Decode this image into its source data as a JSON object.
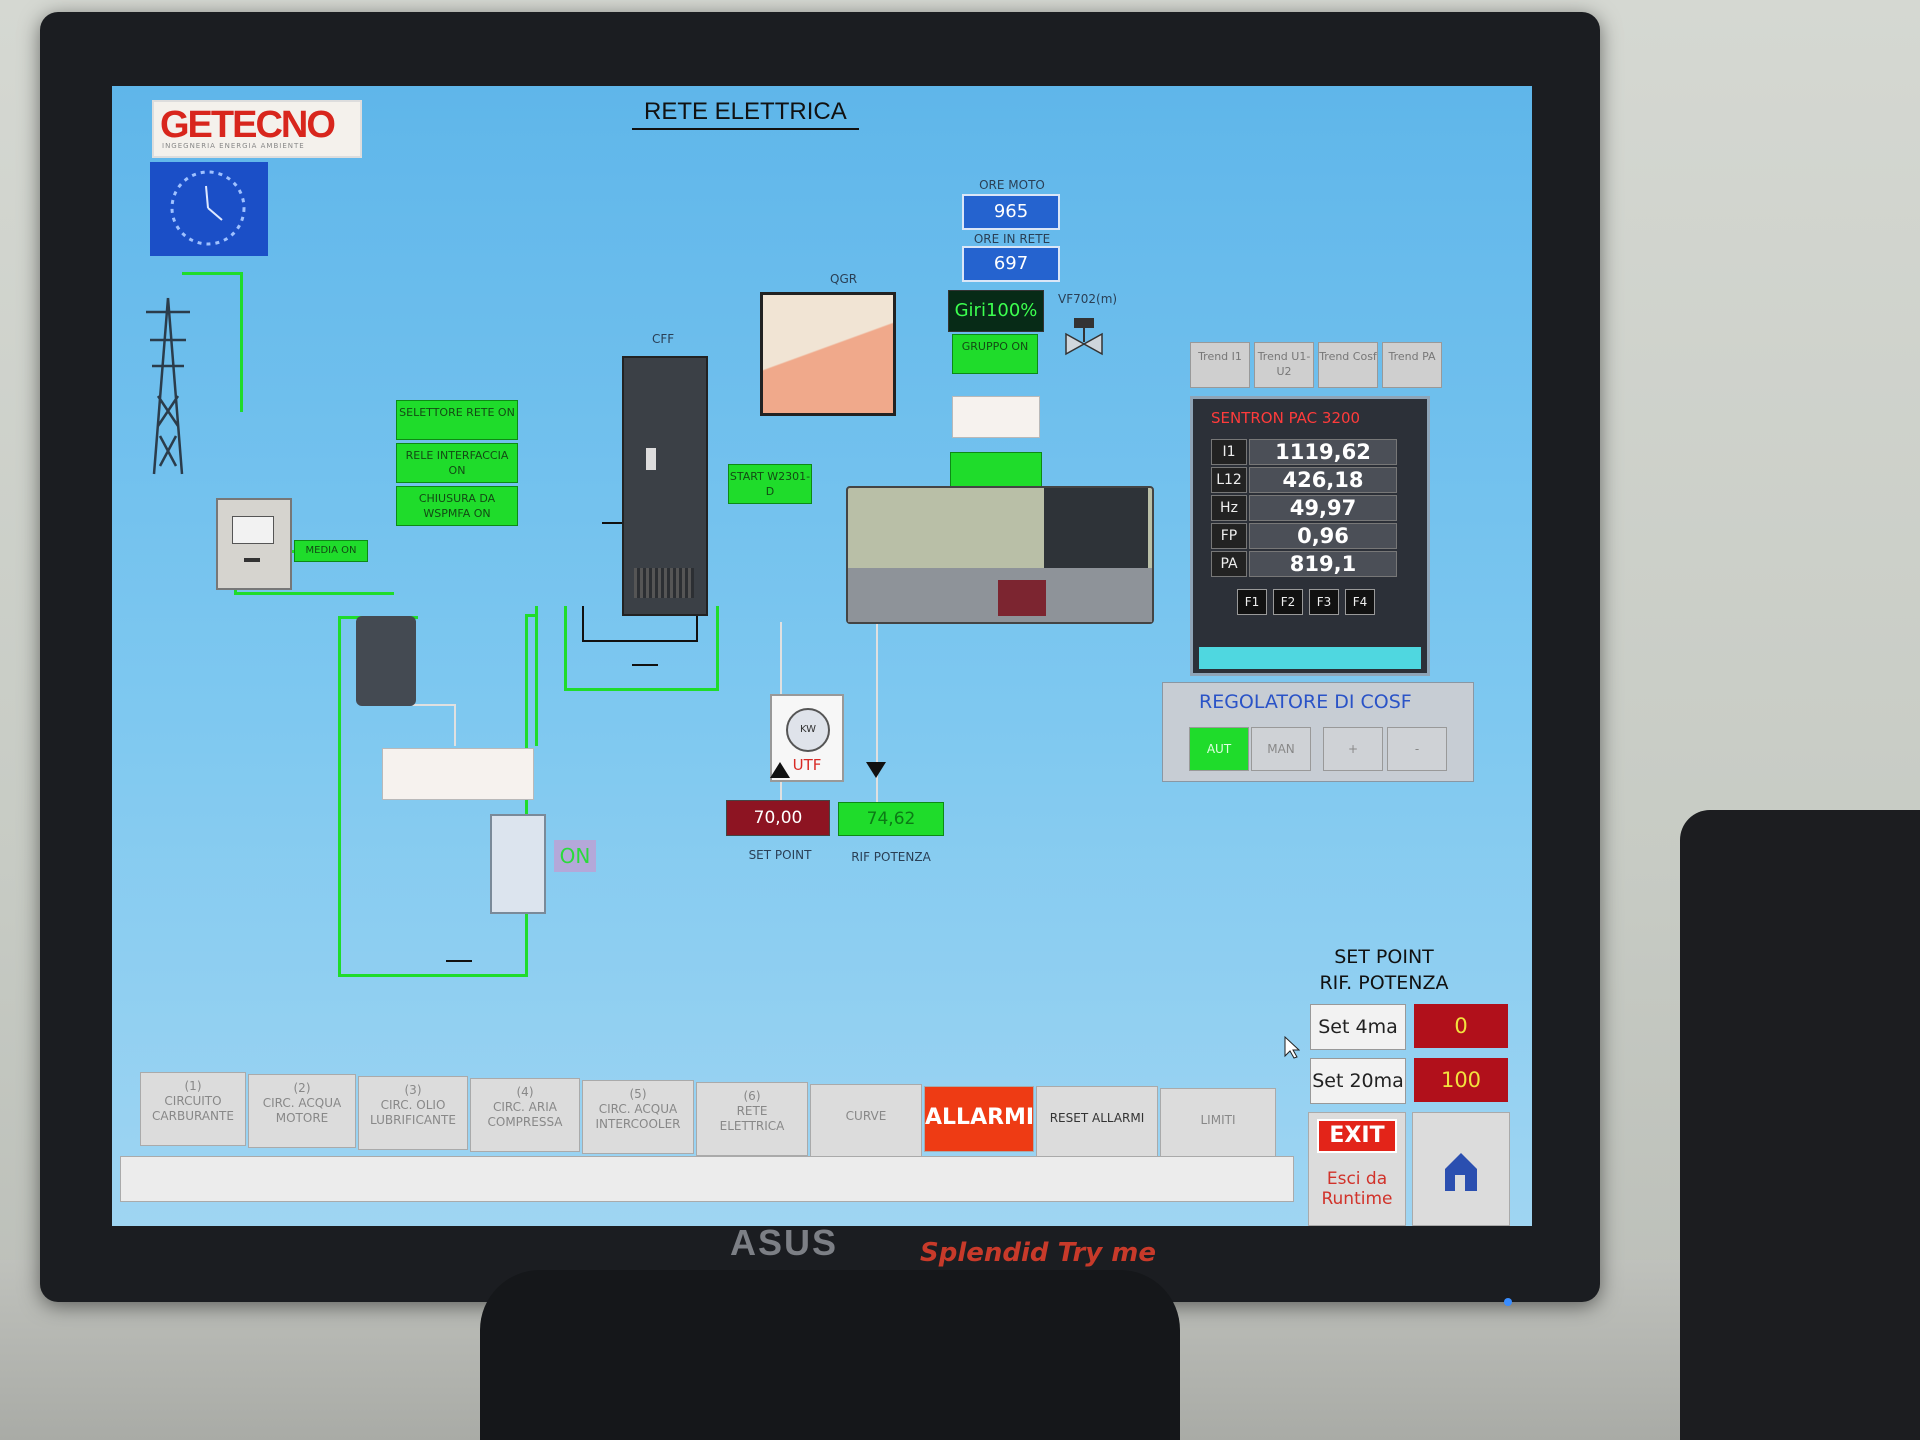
{
  "monitor": {
    "brand": "ASUS",
    "splendid": "Splendid Try me"
  },
  "header": {
    "logo_text": "GETECNO",
    "logo_sub": "INGEGNERIA ENERGIA AMBIENTE",
    "title": "RETE ELETTRICA"
  },
  "counters": {
    "ore_moto_label": "ORE MOTO",
    "ore_moto_value": "965",
    "ore_rete_label": "ORE IN RETE",
    "ore_rete_value": "697",
    "giri": "Giri100%",
    "gruppo": "GRUPPO ON"
  },
  "diagram": {
    "qgr_label": "QGR",
    "cff_label": "CFF",
    "valve_label": "VF702(m)",
    "selettore": "SELETTORE RETE ON",
    "rele": "RELE INTERFACCIA ON",
    "chiusura": "CHIUSURA DA WSPMFA ON",
    "start": "START W2301-D",
    "media_on": "MEDIA ON",
    "utf": "UTF",
    "kw": "KW",
    "on_badge": "ON",
    "set_point_value": "70,00",
    "rif_potenza_value": "74,62",
    "set_point_label": "SET POINT",
    "rif_potenza_label": "RIF POTENZA"
  },
  "trends": [
    {
      "label": "Trend I1"
    },
    {
      "label": "Trend U1-U2"
    },
    {
      "label": "Trend Cosf"
    },
    {
      "label": "Trend PA"
    }
  ],
  "sentron": {
    "title": "SENTRON PAC 3200",
    "rows": [
      {
        "label": "I1",
        "value": "1119,62"
      },
      {
        "label": "L12",
        "value": "426,18"
      },
      {
        "label": "Hz",
        "value": "49,97"
      },
      {
        "label": "FP",
        "value": "0,96"
      },
      {
        "label": "PA",
        "value": "819,1"
      }
    ],
    "keys": [
      "F1",
      "F2",
      "F3",
      "F4"
    ]
  },
  "regolatore": {
    "title": "REGOLATORE DI COSF",
    "buttons": [
      "AUT",
      "MAN",
      "+",
      "-"
    ],
    "active_color": "#1fdc2b"
  },
  "setpoint_panel": {
    "title_line1": "SET POINT",
    "title_line2": "RIF. POTENZA",
    "set4_label": "Set 4ma",
    "set4_value": "0",
    "set20_label": "Set 20ma",
    "set20_value": "100"
  },
  "nav": [
    {
      "line1": "(1)",
      "line2": "CIRCUITO",
      "line3": "CARBURANTE"
    },
    {
      "line1": "(2)",
      "line2": "CIRC. ACQUA",
      "line3": "MOTORE"
    },
    {
      "line1": "(3)",
      "line2": "CIRC. OLIO",
      "line3": "LUBRIFICANTE"
    },
    {
      "line1": "(4)",
      "line2": "CIRC. ARIA",
      "line3": "COMPRESSA"
    },
    {
      "line1": "(5)",
      "line2": "CIRC. ACQUA",
      "line3": "INTERCOOLER"
    },
    {
      "line1": "(6)",
      "line2": "RETE",
      "line3": "ELETTRICA"
    },
    {
      "line1": "",
      "line2": "CURVE",
      "line3": ""
    },
    {
      "line1": "",
      "line2": "ALLARMI",
      "line3": ""
    },
    {
      "line1": "",
      "line2": "RESET ALLARMI",
      "line3": ""
    },
    {
      "line1": "",
      "line2": "LIMITI",
      "line3": ""
    }
  ],
  "exit": {
    "label": "EXIT",
    "sub1": "Esci da",
    "sub2": "Runtime"
  },
  "colors": {
    "accent_green": "#1fdc2b",
    "alarm_red": "#ee3b14",
    "value_red": "#b1101b",
    "screen_blue": "#6ebfee"
  }
}
